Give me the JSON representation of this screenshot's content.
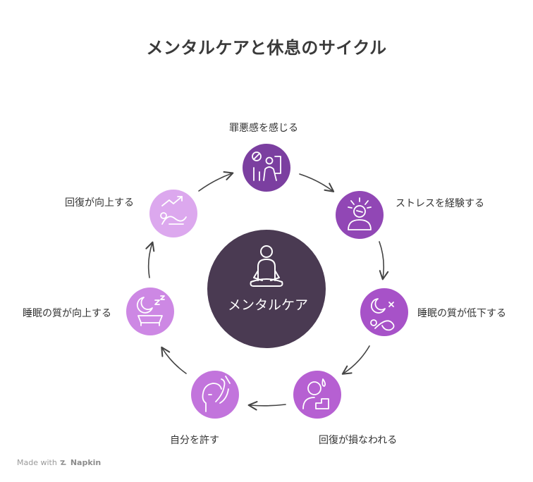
{
  "title": "メンタルケアと休息のサイクル",
  "center": {
    "label": "メンタルケア",
    "icon": "meditation-person-icon",
    "color": "#4a3a52"
  },
  "nodes": [
    {
      "id": "guilt",
      "label": "罪悪感を感じる",
      "icon": "guilt-person-icon",
      "color": "#7b3fa0"
    },
    {
      "id": "stress",
      "label": "ストレスを経験する",
      "icon": "stressed-person-icon",
      "color": "#9147b5"
    },
    {
      "id": "sleep-down",
      "label": "睡眠の質が低下する",
      "icon": "restless-sleep-icon",
      "color": "#a752c8"
    },
    {
      "id": "recovery-down",
      "label": "回復が損なわれる",
      "icon": "crying-person-icon",
      "color": "#b660d2"
    },
    {
      "id": "allow-self",
      "label": "自分を許す",
      "icon": "comforting-hand-icon",
      "color": "#c274dc"
    },
    {
      "id": "sleep-up",
      "label": "睡眠の質が向上する",
      "icon": "peaceful-sleep-icon",
      "color": "#cd88e4"
    },
    {
      "id": "recovery-up",
      "label": "回復が向上する",
      "icon": "rising-recovery-icon",
      "color": "#dca8ee"
    }
  ],
  "watermark": {
    "prefix": "Made with",
    "brand": "Napkin"
  }
}
